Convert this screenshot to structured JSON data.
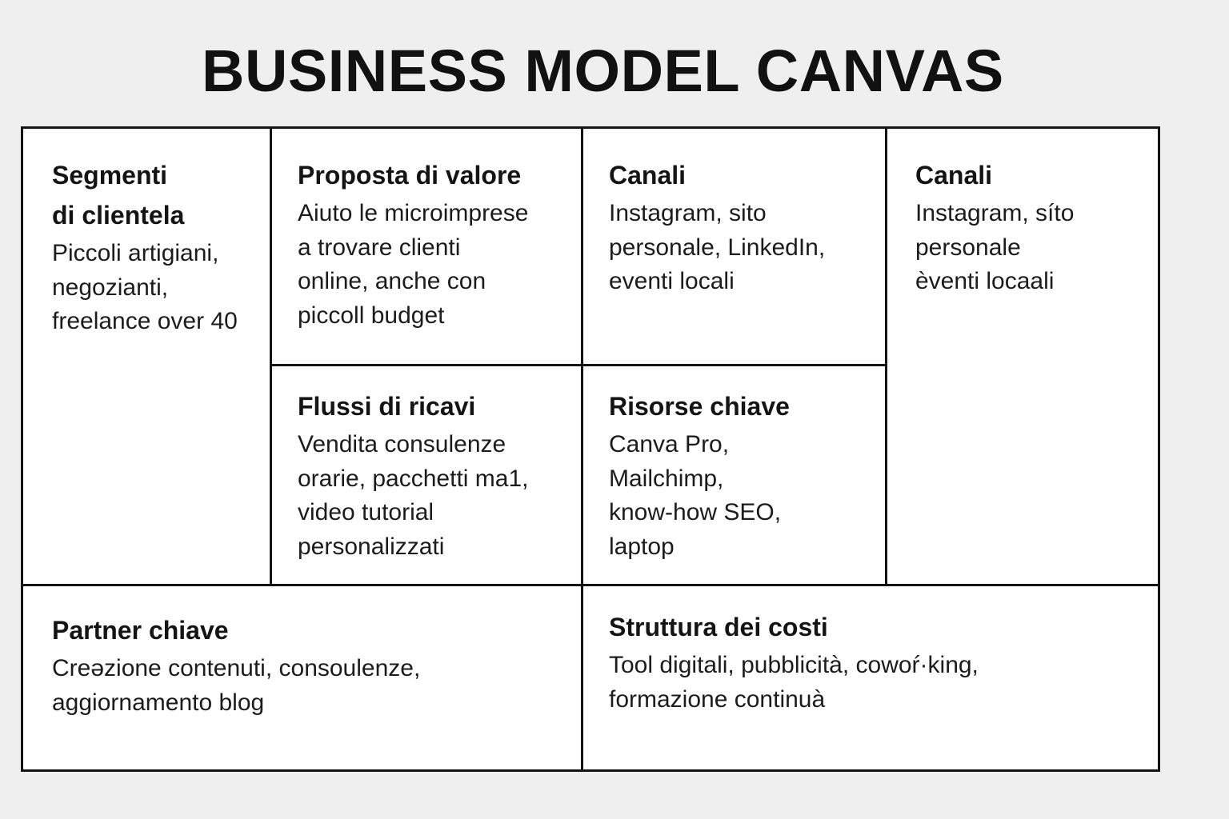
{
  "title": "BUSINESS MODEL CANVAS",
  "blocks": {
    "customer_segments": {
      "heading": "Segmenti\ndi clientela",
      "text": "Piccoli artigiani,\nnegozianti,\nfreelance over 40"
    },
    "value_proposition": {
      "heading": "Proposta di valore",
      "text": "Aiuto le microimprese\na trovare clienti\nonline, anche con\npiccoll budget"
    },
    "channels_a": {
      "heading": "Canali",
      "text": "Instagram, sito\npersonale, LinkedIn,\neventi locali"
    },
    "channels_b": {
      "heading": "Canali",
      "text": "Instagram, síto\npersonale\nèventi locaali"
    },
    "revenue_streams": {
      "heading": "Flussi di ricavi",
      "text": "Vendita consulenze\norarie, pacchetti ma1,\nvideo tutorial\npersonalizzati"
    },
    "key_resources": {
      "heading": "Risorse chiave",
      "text": "Canva Pro,\nMailchimp,\nknow-how SEO,\nlaptop"
    },
    "key_partners": {
      "heading": "Partner chiave",
      "text": "Creəzione contenuti, consoulenze,\naggiornamento blog"
    },
    "cost_structure": {
      "heading": "Struttura dei costi",
      "text": "Tool digitali, pubblicità,  cowoŕ·king,\nformazione continuà"
    }
  }
}
